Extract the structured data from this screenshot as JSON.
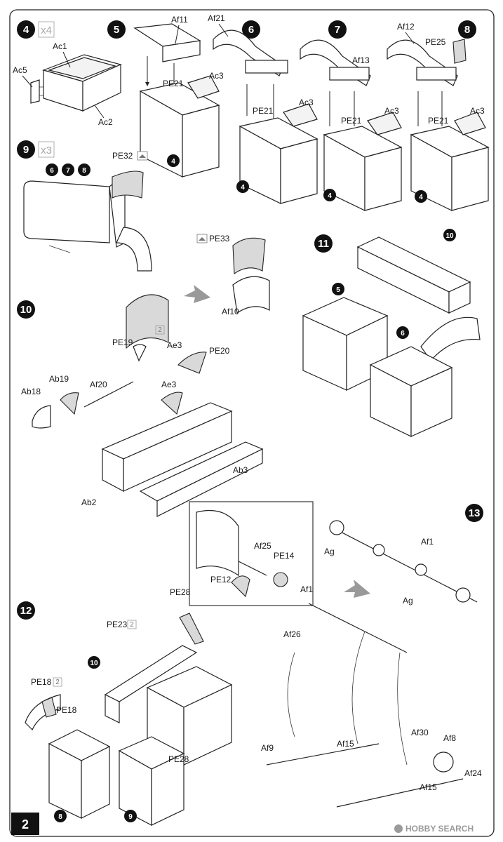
{
  "page_number": "2",
  "watermark": "HOBBY SEARCH",
  "steps": [
    {
      "number": "4",
      "multiplier": "x4",
      "labels": [
        "Ac1",
        "Ac5",
        "Ac2"
      ]
    },
    {
      "number": "5",
      "labels": [
        "Af11",
        "PE21",
        "Ac3"
      ],
      "refs": [
        "4"
      ]
    },
    {
      "number": "6",
      "labels": [
        "Af21",
        "PE21",
        "Ac3"
      ],
      "refs": [
        "4"
      ]
    },
    {
      "number": "7",
      "labels": [
        "Af13",
        "PE21",
        "Ac3"
      ],
      "refs": [
        "4"
      ]
    },
    {
      "number": "8",
      "labels": [
        "Af12",
        "PE25",
        "PE21",
        "Ac3"
      ],
      "refs": [
        "4"
      ]
    },
    {
      "number": "9",
      "multiplier": "x3",
      "labels": [
        "PE32",
        "PE33",
        "Af10"
      ],
      "refs": [
        "6",
        "7",
        "8"
      ]
    },
    {
      "number": "10",
      "labels": [
        "PE19",
        "Ae3",
        "PE20",
        "Ab19",
        "Af20",
        "Ab18",
        "Ae3",
        "Ab3",
        "Ab2"
      ],
      "multipliers": [
        "2"
      ]
    },
    {
      "number": "11",
      "refs": [
        "10",
        "5",
        "6"
      ]
    },
    {
      "number": "12",
      "labels": [
        "Af25",
        "PE14",
        "PE12",
        "PE28",
        "PE23",
        "PE18",
        "PE18",
        "PE28"
      ],
      "multipliers": [
        "2",
        "2"
      ],
      "refs": [
        "10",
        "8",
        "9"
      ]
    },
    {
      "number": "13",
      "labels": [
        "Ag",
        "Af1",
        "Ag",
        "Af1",
        "Af26",
        "Af30",
        "Af8",
        "Af9",
        "Af15",
        "Af15",
        "Af24"
      ]
    }
  ]
}
